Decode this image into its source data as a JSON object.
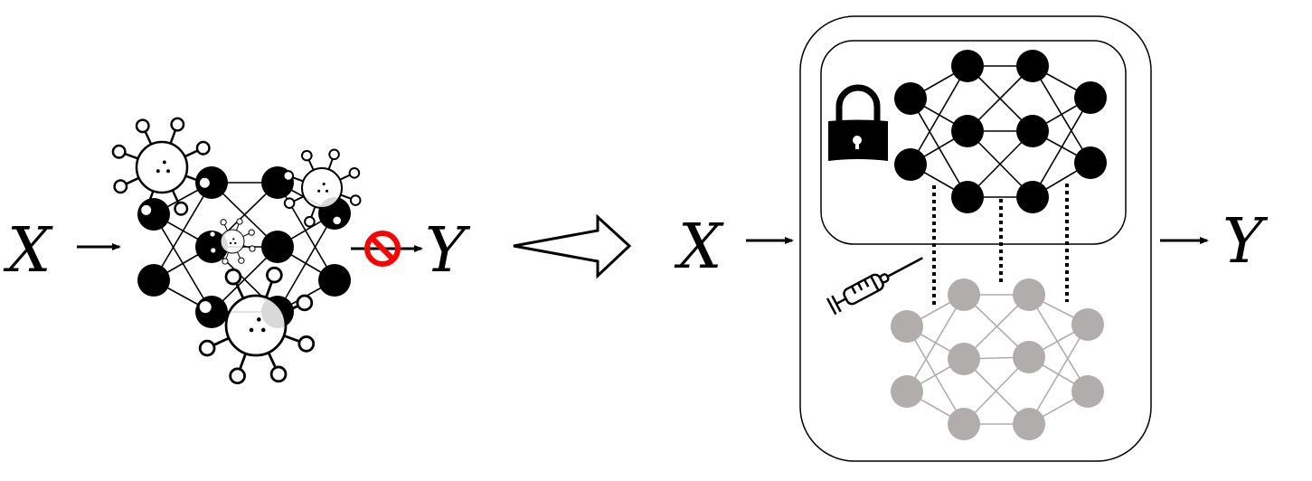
{
  "left_panel": {
    "input_label": "X",
    "output_label": "Y"
  },
  "right_panel": {
    "input_label": "X",
    "output_label": "Y"
  },
  "colors": {
    "node": "#000000",
    "node_backup": "#b0adac",
    "prohibit": "#ff0000"
  },
  "icons": [
    "virus-icon",
    "prohibited-icon",
    "lock-icon",
    "syringe-icon",
    "hollow-arrow-icon"
  ]
}
